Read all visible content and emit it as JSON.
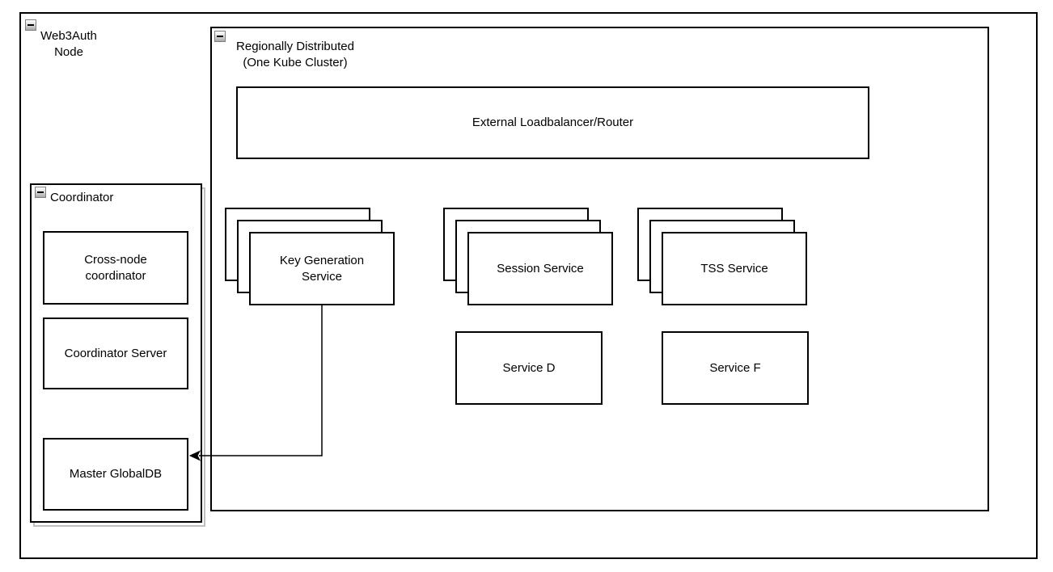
{
  "canvas": {
    "background_color": "#ffffff",
    "stroke_color": "#000000",
    "shadow_color": "#c0c0c0"
  },
  "icons": {
    "collapse": "minus-icon"
  },
  "containers": {
    "web3auth": {
      "label": "Web3Auth\nNode",
      "collapsed": false
    },
    "regional": {
      "label": "Regionally Distributed\n(One Kube Cluster)",
      "collapsed": false
    },
    "coordinator": {
      "label": "Coordinator",
      "collapsed": false,
      "has_shadow": true
    }
  },
  "nodes": {
    "loadbalancer": {
      "label": "External Loadbalancer/Router"
    },
    "key_generation": {
      "label": "Key Generation\nService",
      "stacked_replicas": 3
    },
    "session": {
      "label": "Session Service",
      "stacked_replicas": 3
    },
    "tss": {
      "label": "TSS Service",
      "stacked_replicas": 3
    },
    "service_d": {
      "label": "Service D"
    },
    "service_f": {
      "label": "Service F"
    },
    "cross_node": {
      "label": "Cross-node\ncoordinator"
    },
    "coordinator_server": {
      "label": "Coordinator Server"
    },
    "master_globaldb": {
      "label": "Master GlobalDB"
    }
  },
  "edges": [
    {
      "from": "key_generation",
      "to": "master_globaldb",
      "style": "orthogonal",
      "arrowhead": "target"
    }
  ]
}
